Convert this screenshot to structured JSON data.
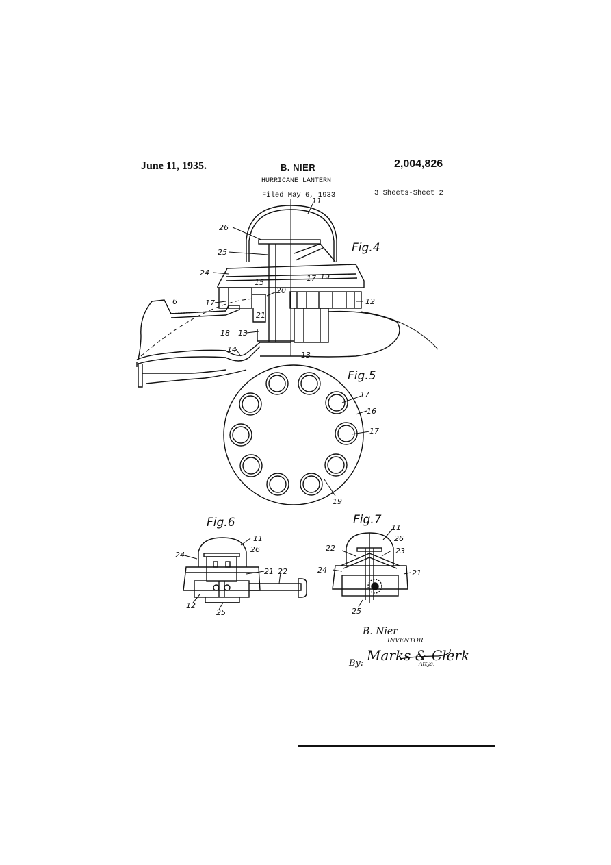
{
  "header": {
    "date": "June 11, 1935.",
    "inventor": "B. NIER",
    "patent_number": "2,004,826",
    "title": "HURRICANE LANTERN",
    "filed": "Filed May 6, 1933",
    "sheets": "3 Sheets-Sheet 2"
  },
  "figures": {
    "fig4": {
      "label": "Fig.4",
      "refs": [
        "11",
        "26",
        "25",
        "24",
        "15",
        "20",
        "17",
        "12",
        "19",
        "17",
        "21",
        "6",
        "18",
        "13",
        "14",
        "13"
      ]
    },
    "fig5": {
      "label": "Fig.5",
      "refs": [
        "17",
        "16",
        "17",
        "19"
      ]
    },
    "fig6": {
      "label": "Fig.6",
      "refs": [
        "11",
        "26",
        "24",
        "21",
        "22",
        "12",
        "25"
      ]
    },
    "fig7": {
      "label": "Fig.7",
      "refs": [
        "11",
        "26",
        "22",
        "23",
        "24",
        "21",
        "25"
      ]
    }
  },
  "signature": {
    "name": "B. Nier",
    "role": "INVENTOR",
    "by": "By:",
    "attorneys": "Marks & Clerk",
    "attys": "Attys."
  }
}
